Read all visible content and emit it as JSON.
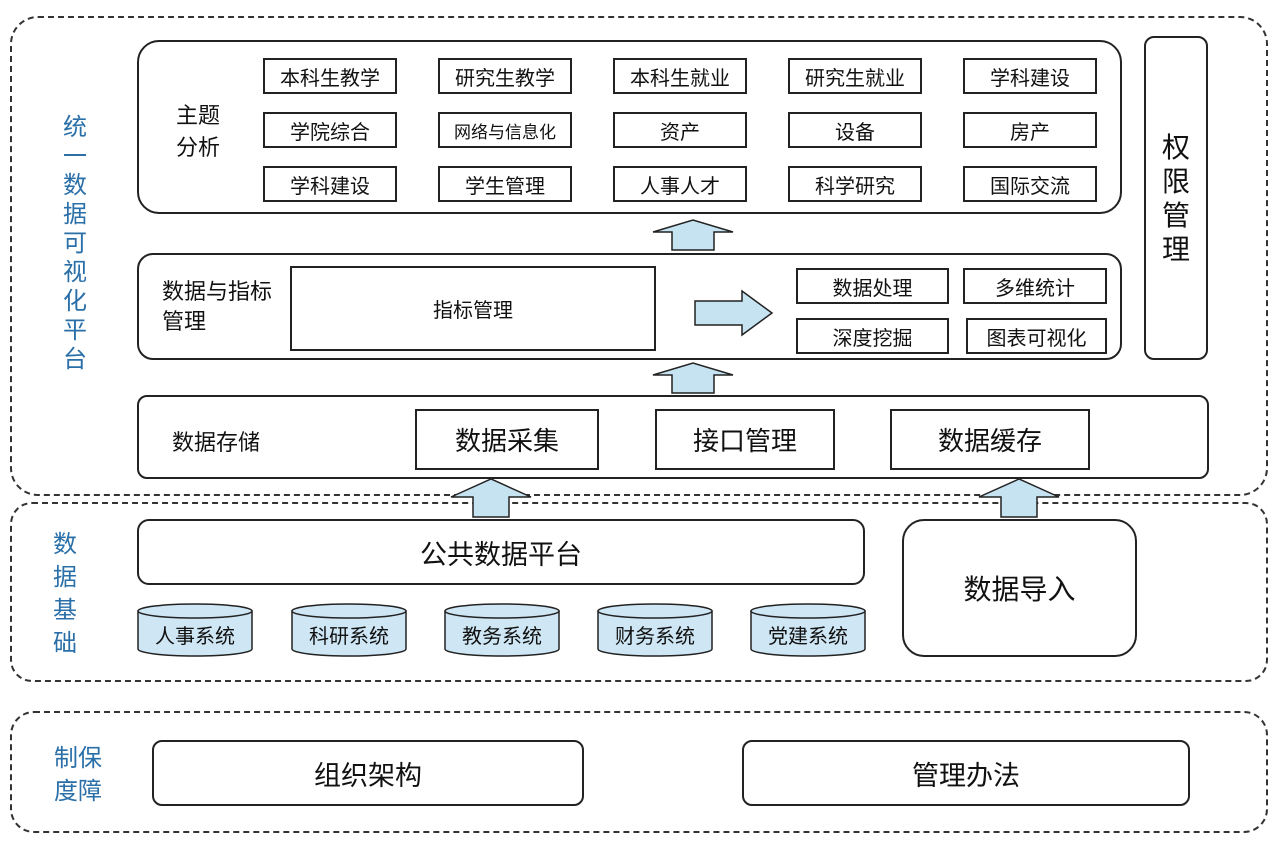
{
  "platform": {
    "label": "统一数据可视化平台",
    "permission_label": "权限管理",
    "theme": {
      "label": "主题分析",
      "topics": [
        [
          "本科生教学",
          "研究生教学",
          "本科生就业",
          "研究生就业",
          "学科建设"
        ],
        [
          "学院综合",
          "网络与信息化",
          "资产",
          "设备",
          "房产"
        ],
        [
          "学科建设",
          "学生管理",
          "人事人才",
          "科学研究",
          "国际交流"
        ]
      ]
    },
    "indicator": {
      "label": "数据与指标管理",
      "main_box": "指标管理",
      "functions": [
        "数据处理",
        "多维统计",
        "深度挖掘",
        "图表可视化"
      ]
    },
    "storage": {
      "label": "数据存储",
      "items": [
        "数据采集",
        "接口管理",
        "数据缓存"
      ]
    }
  },
  "foundation": {
    "label": "数据基础",
    "public_platform": "公共数据平台",
    "import": "数据导入",
    "systems": [
      "人事系统",
      "科研系统",
      "教务系统",
      "财务系统",
      "党建系统"
    ]
  },
  "guarantee": {
    "label": "制保度障",
    "items": [
      "组织架构",
      "管理办法"
    ]
  },
  "colors": {
    "label_blue": "#2a6fa8",
    "arrow_fill": "#c6e3f2",
    "cylinder_fill": "#cfe7f5"
  }
}
